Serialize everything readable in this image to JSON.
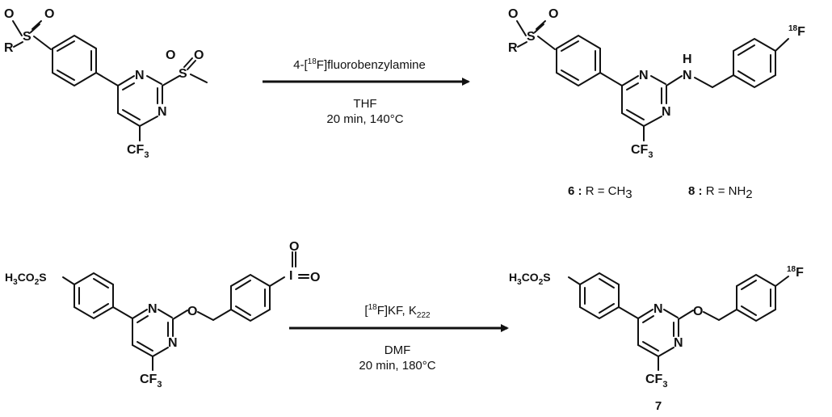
{
  "reaction1": {
    "reagent": "4-[18F]fluorobenzylamine",
    "solvent": "THF",
    "conditions": "20 min, 140°C",
    "reactant_atoms": {
      "R": "R",
      "S": "S",
      "O": "O",
      "N": "N",
      "CF3": "CF3"
    },
    "product_atoms": {
      "R": "R",
      "S": "S",
      "O": "O",
      "N": "N",
      "NH_H": "H",
      "NH_N": "N",
      "F18": "18F",
      "CF3": "CF3"
    },
    "compounds": [
      {
        "number": "6",
        "definition": "R = CH3"
      },
      {
        "number": "8",
        "definition": "R = NH2"
      }
    ]
  },
  "reaction2": {
    "reagent": "[18F]KF, K222",
    "solvent": "DMF",
    "conditions": "20 min, 180°C",
    "reactant_atoms": {
      "methylsulfonyl": "H3CO2S",
      "N": "N",
      "O": "O",
      "I": "I",
      "CF3": "CF3"
    },
    "product_atoms": {
      "methylsulfonyl": "H3CO2S",
      "N": "N",
      "O": "O",
      "F18": "18F",
      "CF3": "CF3"
    },
    "compound_number": "7"
  },
  "colors": {
    "ink": "#111111",
    "background": "#ffffff"
  }
}
